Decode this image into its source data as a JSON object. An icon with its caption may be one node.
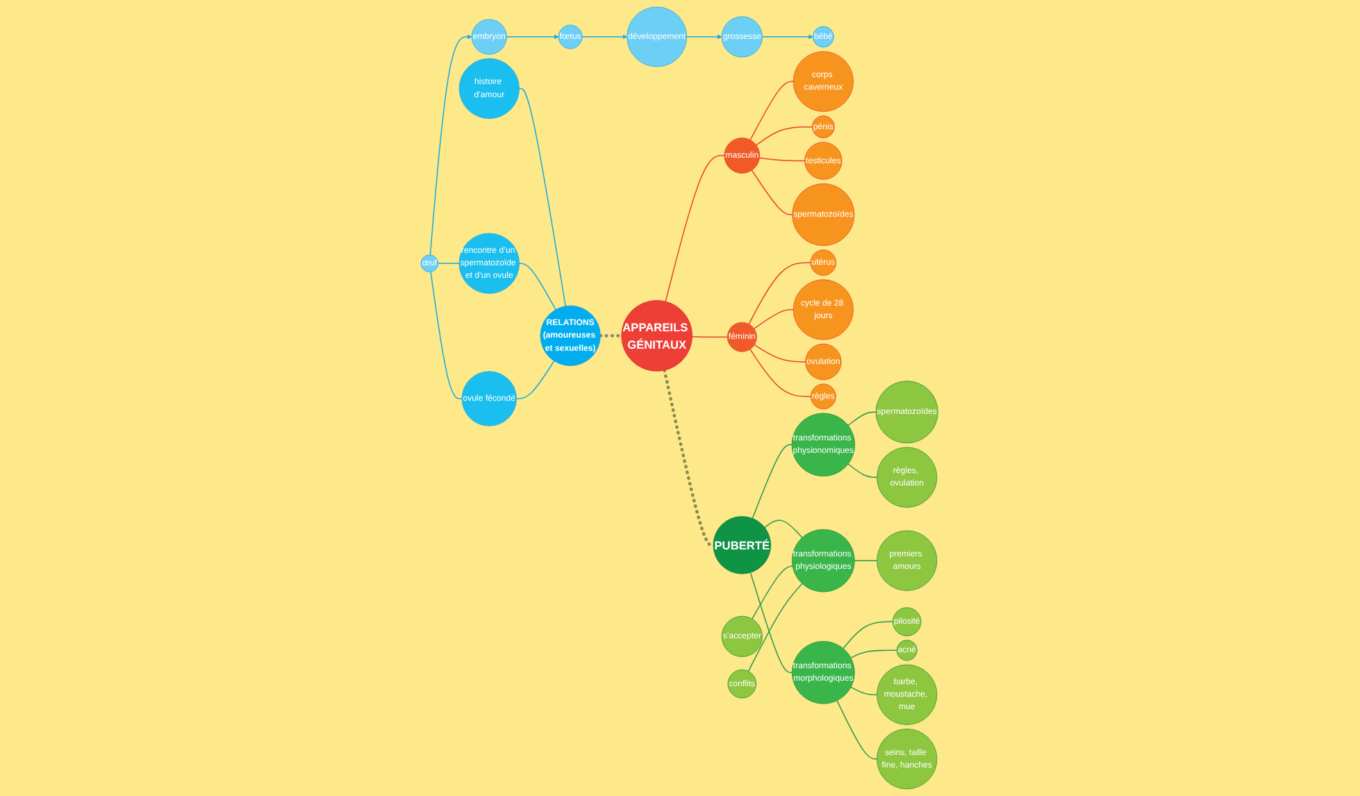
{
  "diagram": {
    "nodes": [
      {
        "text": [
          "APPAREILS GÉNITAUX"
        ]
      },
      {
        "text": [
          "masculin"
        ]
      },
      {
        "text": [
          "corps caverneux"
        ]
      },
      {
        "text": [
          "pénis"
        ]
      },
      {
        "text": [
          "testicules"
        ]
      },
      {
        "text": [
          "spermatozoïdes"
        ]
      },
      {
        "text": [
          "féminin"
        ]
      },
      {
        "text": [
          "utérus"
        ]
      },
      {
        "text": [
          "cycle de 28 jours"
        ]
      },
      {
        "text": [
          "ovulation"
        ]
      },
      {
        "text": [
          "règles"
        ]
      },
      {
        "text": [
          "RELATIONS",
          "(amoureuses et sexuelles)"
        ]
      },
      {
        "text": [
          "histoire d’amour"
        ]
      },
      {
        "text": [
          "rencontre d’un spermatozoïde et d’un ovule"
        ]
      },
      {
        "text": [
          "ovule fécondé"
        ]
      },
      {
        "text": [
          "œuf"
        ]
      },
      {
        "text": [
          "embryon"
        ]
      },
      {
        "text": [
          "fœtus"
        ]
      },
      {
        "text": [
          "développement"
        ]
      },
      {
        "text": [
          "grossesse"
        ]
      },
      {
        "text": [
          "bébé"
        ]
      },
      {
        "text": [
          "PUBERTÉ"
        ]
      },
      {
        "text": [
          "transformations physionomiques"
        ]
      },
      {
        "text": [
          "spermatozoïdes"
        ]
      },
      {
        "text": [
          "règles, ovulation"
        ]
      },
      {
        "text": [
          "s’accepter"
        ]
      },
      {
        "text": [
          "conflits"
        ]
      },
      {
        "text": [
          "transformations physiologiques"
        ]
      },
      {
        "text": [
          "premiers amours"
        ]
      },
      {
        "text": [
          "transformations morphologiques"
        ]
      },
      {
        "text": [
          "pilosité"
        ]
      },
      {
        "text": [
          "acné"
        ]
      },
      {
        "text": [
          "barbe, moustache, mue"
        ]
      },
      {
        "text": [
          "seins, taille fine, hanches"
        ]
      }
    ],
    "edges": [
      {
        "from": 11,
        "to": 0,
        "arrow": "none",
        "style": "dashed",
        "color": "#8a8a7a"
      },
      {
        "from": 0,
        "to": 21,
        "arrow": "none",
        "style": "dashed",
        "color": "#8a8a4a"
      },
      {
        "from": 0,
        "to": 1,
        "arrow": "none",
        "color": "#e8452c"
      },
      {
        "from": 1,
        "to": 2,
        "arrow": "none",
        "color": "#e8452c"
      },
      {
        "from": 1,
        "to": 3,
        "arrow": "none",
        "color": "#e8452c"
      },
      {
        "from": 1,
        "to": 4,
        "arrow": "none",
        "color": "#e8452c"
      },
      {
        "from": 1,
        "to": 5,
        "arrow": "none",
        "color": "#e8452c"
      },
      {
        "from": 0,
        "to": 6,
        "arrow": "none",
        "color": "#e8452c"
      },
      {
        "from": 6,
        "to": 7,
        "arrow": "none",
        "color": "#e8452c"
      },
      {
        "from": 6,
        "to": 8,
        "arrow": "none",
        "color": "#e8452c"
      },
      {
        "from": 6,
        "to": 9,
        "arrow": "none",
        "color": "#e8452c"
      },
      {
        "from": 6,
        "to": 10,
        "arrow": "none",
        "color": "#e8452c"
      },
      {
        "from": 11,
        "to": 12,
        "arrow": "none",
        "color": "#1aa8e0"
      },
      {
        "from": 11,
        "to": 13,
        "arrow": "none",
        "color": "#1aa8e0"
      },
      {
        "from": 11,
        "to": 14,
        "arrow": "none",
        "color": "#1aa8e0"
      },
      {
        "from": 13,
        "to": 15,
        "arrow": "none",
        "color": "#1aa8e0"
      },
      {
        "from": 15,
        "to": 14,
        "arrow": "none",
        "color": "#1aa8e0"
      },
      {
        "from": 15,
        "to": 16,
        "arrow": "to",
        "color": "#1aa8e0"
      },
      {
        "from": 16,
        "to": 17,
        "arrow": "to",
        "color": "#1aa8e0"
      },
      {
        "from": 17,
        "to": 18,
        "arrow": "to",
        "color": "#1aa8e0"
      },
      {
        "from": 18,
        "to": 19,
        "arrow": "to",
        "color": "#1aa8e0"
      },
      {
        "from": 19,
        "to": 20,
        "arrow": "to",
        "color": "#1aa8e0"
      },
      {
        "from": 21,
        "to": 22,
        "arrow": "none",
        "color": "#2e9a48"
      },
      {
        "from": 22,
        "to": 23,
        "arrow": "none",
        "color": "#2e9a48"
      },
      {
        "from": 22,
        "to": 24,
        "arrow": "none",
        "color": "#2e9a48"
      },
      {
        "from": 21,
        "to": 27,
        "arrow": "none",
        "color": "#2e9a48"
      },
      {
        "from": 25,
        "to": 27,
        "arrow": "none",
        "color": "#2e9a48"
      },
      {
        "from": 26,
        "to": 27,
        "arrow": "none",
        "color": "#2e9a48"
      },
      {
        "from": 27,
        "to": 28,
        "arrow": "none",
        "color": "#2e9a48"
      },
      {
        "from": 21,
        "to": 29,
        "arrow": "none",
        "color": "#2e9a48"
      },
      {
        "from": 29,
        "to": 30,
        "arrow": "none",
        "color": "#2e9a48"
      },
      {
        "from": 29,
        "to": 31,
        "arrow": "none",
        "color": "#2e9a48"
      },
      {
        "from": 29,
        "to": 32,
        "arrow": "none",
        "color": "#2e9a48"
      },
      {
        "from": 29,
        "to": 33,
        "arrow": "none",
        "color": "#2e9a48"
      }
    ]
  }
}
